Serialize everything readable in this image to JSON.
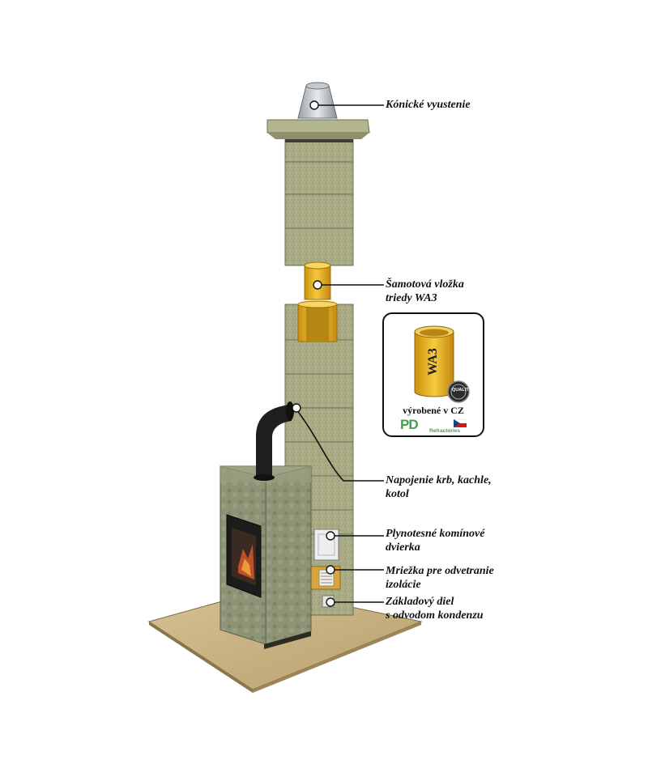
{
  "labels": {
    "conical_outlet": "Kónické vyustenie",
    "liner_line1": "Šamotová vložka",
    "liner_line2": "triedy WA3",
    "connection_line1": "Napojenie krb, kachle,",
    "connection_line2": "kotol",
    "door_line1": "Plynotesné komínové",
    "door_line2": "dvierka",
    "grille_line1": "Mriežka pre odvetranie",
    "grille_line2": "izolácie",
    "base_line1": "Základový diel",
    "base_line2": "s odvodom kondenzu"
  },
  "badge": {
    "product_mark": "WA3",
    "quality_seal": "QUALITY",
    "made_in": "výrobené v CZ",
    "brand_letters": "PD",
    "brand_sub": "Refractories"
  },
  "colors": {
    "block": "#a9ab85",
    "block_dark": "#8e906c",
    "liner": "#e8b320",
    "stove": "#8d9375",
    "floor": "#c9b382",
    "pipe": "#1e1e1e",
    "brand_green": "#3aa44b"
  }
}
